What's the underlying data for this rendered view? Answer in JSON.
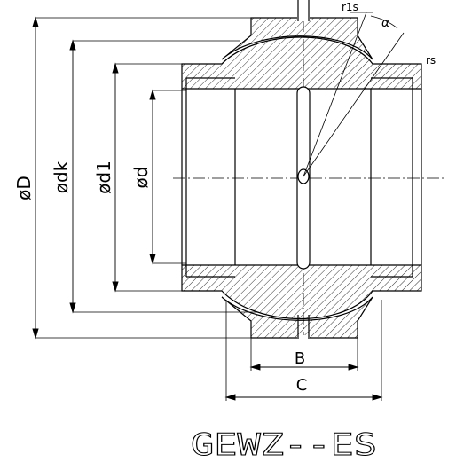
{
  "drawing": {
    "model_code": "GEWZ--ES",
    "dimension_labels": {
      "outer_diameter": "øD",
      "ball_diameter": "ødk",
      "bore_shoulder_diameter": "ød1",
      "bore_diameter": "ød",
      "outer_ring_width": "B",
      "inner_ring_width": "C",
      "outer_radius": "r1s",
      "inner_radius": "rs",
      "tilt_angle": "α"
    }
  }
}
